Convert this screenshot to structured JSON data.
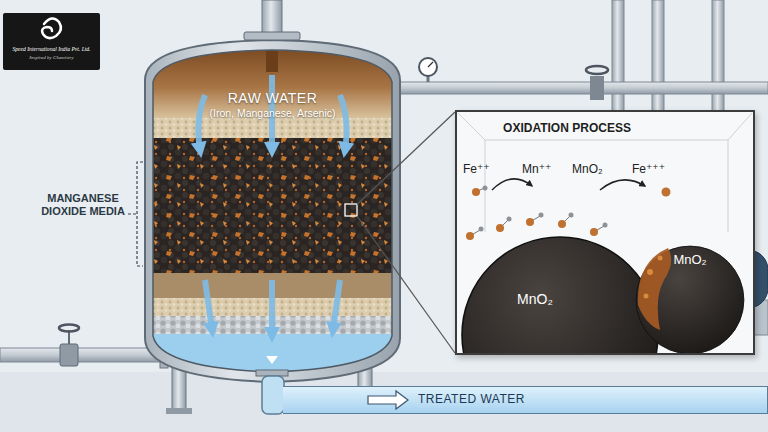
{
  "diagram": {
    "nodes": [
      {
        "text": [
          "Speed International India Pvt. Ltd.",
          "Inspired by Chemistry"
        ]
      },
      {
        "text": [
          "RAW WATER",
          "(Iron, Manganese, Arsenic)"
        ]
      },
      {
        "text": [
          "OXIDATION PROCESS"
        ]
      },
      {
        "text": [
          "MnO₂"
        ],
        "in": 2
      },
      {
        "text": [
          "MnO₂"
        ],
        "in": 2
      },
      {
        "text": [
          "TREATED WATER"
        ]
      }
    ],
    "edges": [
      {
        "from": 1,
        "to": 2,
        "arrow": "none"
      }
    ],
    "labels": [
      "MANGANESE DIOXIDE MEDIA",
      "Fe⁺⁺",
      "Mn⁺⁺",
      "MnO₂",
      "Fe⁺⁺⁺"
    ]
  }
}
